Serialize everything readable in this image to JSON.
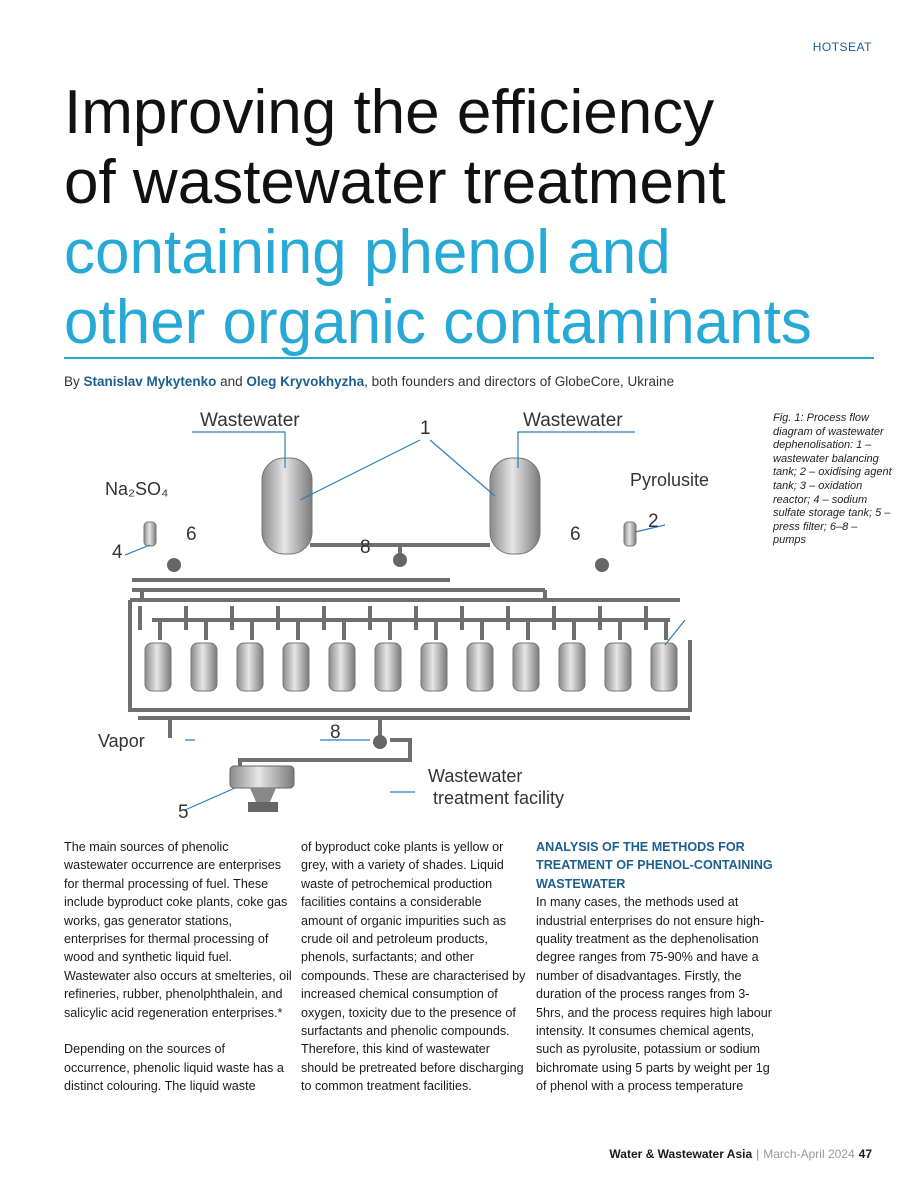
{
  "section": "HOTSEAT",
  "title": {
    "line1": "Improving the efficiency",
    "line2": "of wastewater treatment",
    "line3": "containing phenol and",
    "line4": "other organic contaminants"
  },
  "byline": {
    "prefix": "By ",
    "author1": "Stanislav Mykytenko",
    "and": " and ",
    "author2": "Oleg Kryvokhyzha",
    "suffix": ", both founders and directors of GlobeCore, Ukraine"
  },
  "figure": {
    "labels": {
      "wastewater_left": "Wastewater",
      "wastewater_right": "Wastewater",
      "n1": "1",
      "na2so4": "Na₂SO₄",
      "pyrolusite": "Pyrolusite",
      "n4": "4",
      "n6a": "6",
      "n8a": "8",
      "n6b": "6",
      "n2": "2",
      "vapor": "Vapor",
      "n8b": "8",
      "treatment1": "Wastewater",
      "treatment2": "treatment facility",
      "n5": "5"
    },
    "caption": "Fig. 1: Process flow diagram of wastewater dephenolisation: 1 – wastewater balancing tank; 2 – oxidising agent tank; 3 – oxidation reactor; 4 – sodium sulfate storage tank; 5 – press filter; 6–8 – pumps"
  },
  "columns": {
    "c1p1": "The main sources of phenolic wastewater occurrence are enterprises for thermal processing of fuel. These include byproduct coke plants, coke gas works, gas generator stations, enterprises for thermal processing of wood and synthetic liquid fuel. Wastewater also occurs at smelteries, oil refineries, rubber, phenolphthalein, and salicylic acid regeneration enterprises.*",
    "c1p2": "Depending on the sources of occurrence, phenolic liquid waste has a distinct colouring. The liquid waste",
    "c2p1": "of byproduct coke plants is yellow or grey, with a variety of shades. Liquid waste of petrochemical production facilities contains a considerable amount of organic impurities such as crude oil and petroleum products, phenols, surfactants; and other compounds. These are characterised by increased chemical consumption of oxygen, toxicity due to the presence of surfactants and phenolic compounds. Therefore, this kind of wastewater should be pretreated before discharging to common treatment facilities.",
    "c3h": "Analysis of the methods for treatment of phenol-containing wastewater",
    "c3p1": "In many cases, the methods used at industrial enterprises do not ensure high-quality treatment as the dephenolisation degree ranges from 75-90% and have a number of disadvantages. Firstly, the duration of the process ranges from 3-5hrs, and the process requires high labour intensity. It consumes chemical agents, such as pyrolusite, potassium or sodium bichromate using 5 parts by weight per 1g of phenol with a process temperature"
  },
  "footer": {
    "publication": "Water & Wastewater Asia",
    "separator": "|",
    "date": "March-April 2024",
    "page": "47"
  }
}
